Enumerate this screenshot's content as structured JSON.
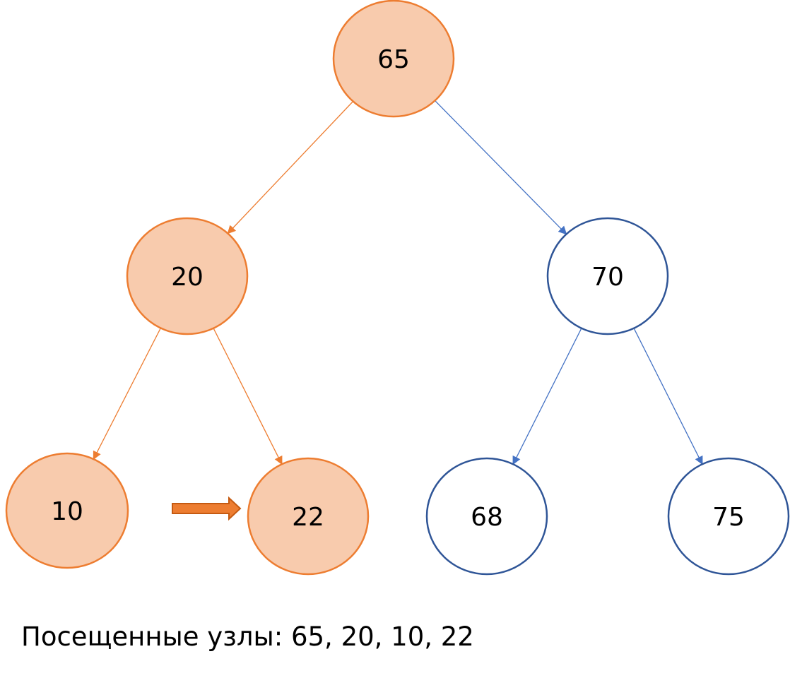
{
  "colors": {
    "visited_fill": "#F8CBAD",
    "visited_stroke": "#ED7D31",
    "unvisited_fill": "#FFFFFF",
    "unvisited_stroke": "#2F5597",
    "visited_edge": "#ED7D31",
    "unvisited_edge": "#4472C4"
  },
  "nodes": [
    {
      "id": "n65",
      "label": "65",
      "visited": true
    },
    {
      "id": "n20",
      "label": "20",
      "visited": true
    },
    {
      "id": "n70",
      "label": "70",
      "visited": false
    },
    {
      "id": "n10",
      "label": "10",
      "visited": true
    },
    {
      "id": "n22",
      "label": "22",
      "visited": true
    },
    {
      "id": "n68",
      "label": "68",
      "visited": false
    },
    {
      "id": "n75",
      "label": "75",
      "visited": false
    }
  ],
  "edges": [
    {
      "from": "n65",
      "to": "n20",
      "visited": true
    },
    {
      "from": "n65",
      "to": "n70",
      "visited": false
    },
    {
      "from": "n20",
      "to": "n10",
      "visited": true
    },
    {
      "from": "n20",
      "to": "n22",
      "visited": true
    },
    {
      "from": "n70",
      "to": "n68",
      "visited": false
    },
    {
      "from": "n70",
      "to": "n75",
      "visited": false
    }
  ],
  "traversal_arrow": {
    "from": "n10",
    "to": "n22"
  },
  "caption": "Посещенные узлы: 65, 20, 10, 22"
}
